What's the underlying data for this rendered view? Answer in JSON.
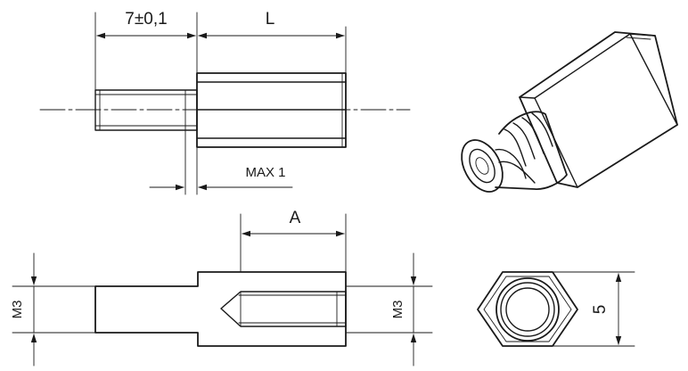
{
  "side_view": {
    "dim_thread_length": "7±0,1",
    "dim_body_length": "L",
    "dim_max": "MAX 1"
  },
  "section_view": {
    "dim_depth": "A",
    "label_left": "M3",
    "label_right": "M3"
  },
  "end_view": {
    "dim_hex": "5"
  }
}
